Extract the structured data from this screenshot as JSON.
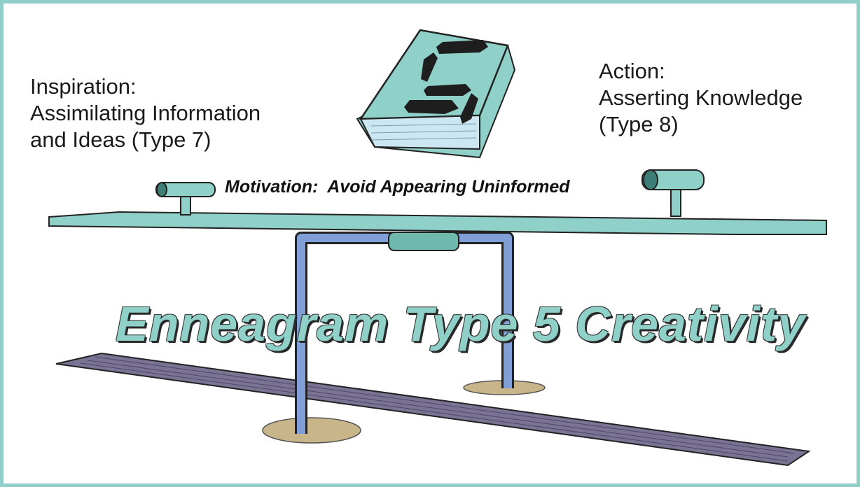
{
  "inspiration": {
    "line1": "Inspiration:",
    "line2": "Assimilating Information",
    "line3": "and Ideas (Type 7)"
  },
  "action": {
    "line1": "Action:",
    "line2": "Asserting Knowledge",
    "line3": "(Type 8)"
  },
  "motivation": "Motivation:  Avoid Appearing Uninformed",
  "title": "Enneagram Type 5 Creativity",
  "book_digit": "5",
  "colors": {
    "border": "#8fcfc8",
    "teal": "#8fd0c8",
    "frame_blue": "#7f9fd6",
    "plank": "#7a7394",
    "puddle": "#c9b58a"
  }
}
